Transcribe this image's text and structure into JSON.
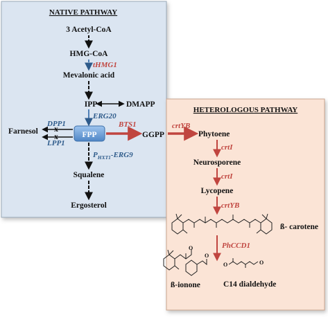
{
  "colors": {
    "native_panel": "#dbe5f1",
    "hetero_panel": "#fbe4d6",
    "enzyme_red": "#c0453f",
    "enzyme_blue": "#2d5a8a",
    "fpp_box": "#6fa3dc"
  },
  "native": {
    "title": "NATIVE PATHWAY",
    "acetyl_coa": "3 Acetyl-CoA",
    "hmg_coa": "HMG-CoA",
    "thmg1": "tHMG1",
    "mevalonic": "Mevalonic acid",
    "ipp": "IPP",
    "dmapp": "DMAPP",
    "erg20": "ERG20",
    "farnesol": "Farnesol",
    "dpp1": "DPP1",
    "lpp1": "LPP1",
    "fpp": "FPP",
    "bts1": "BTS1",
    "ggpp": "GGPP",
    "p_prefix": "P",
    "p_sub": "HXT1",
    "erg9": "-ERG9",
    "squalene": "Squalene",
    "ergosterol": "Ergosterol",
    "x_mark": "x"
  },
  "hetero": {
    "title": "HETEROLOGOUS PATHWAY",
    "crtyb1": "crtYB",
    "phytoene": "Phytoene",
    "crti1": "crtI",
    "neurosporene": "Neurosporene",
    "crti2": "crtI",
    "lycopene": "Lycopene",
    "crtyb2": "crtYB",
    "beta_carotene": "ß- carotene",
    "phccd1": "PhCCD1",
    "beta_ionone": "ß-ionone",
    "c14": "C14 dialdehyde",
    "o_label": "O"
  }
}
